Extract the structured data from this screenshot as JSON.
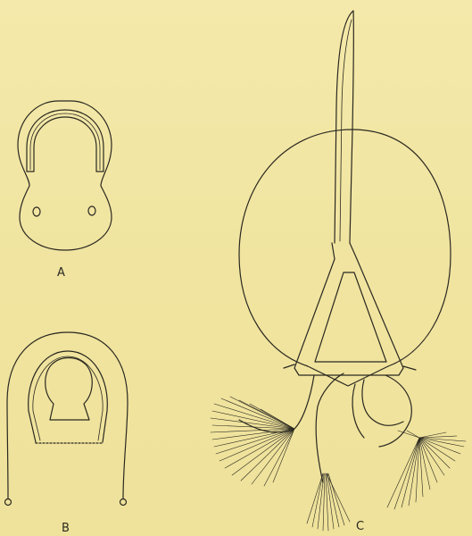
{
  "figure": {
    "panels": [
      {
        "id": "A",
        "label": "A"
      },
      {
        "id": "B",
        "label": "B"
      },
      {
        "id": "C",
        "label": "C"
      }
    ],
    "colors": {
      "background": "#f2e7a6",
      "ink": "#2a2820"
    }
  }
}
